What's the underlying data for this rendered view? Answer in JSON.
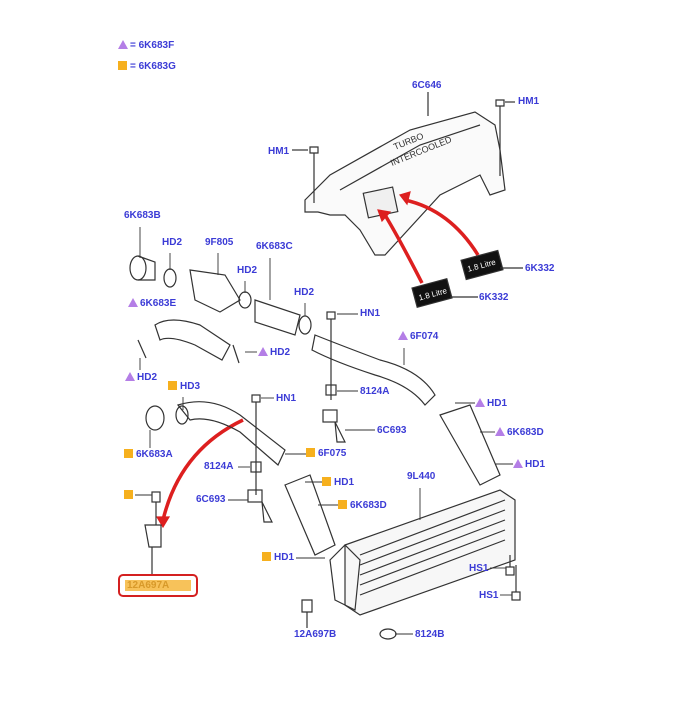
{
  "legend": [
    {
      "marker": "triangle",
      "text": "= 6K683F"
    },
    {
      "marker": "square",
      "text": "= 6K683G"
    }
  ],
  "colors": {
    "label": "#3b3bd6",
    "triangle": "#b47ee6",
    "square": "#f6b01e",
    "highlight": "#d42020",
    "arrow": "#dd1f1f"
  },
  "cover_text": {
    "line1": "TURBO",
    "line2": "INTERCOOLED"
  },
  "badges": [
    {
      "text": "1.8 Litre"
    },
    {
      "text": "1.8 Litre"
    }
  ],
  "labels": {
    "l6C646": "6C646",
    "hm1a": "HM1",
    "hm1b": "HM1",
    "l6K683B": "6K683B",
    "hd2a": "HD2",
    "l9F805": "9F805",
    "l6K683C": "6K683C",
    "hd2b": "HD2",
    "hd2c": "HD2",
    "l6K332a": "6K332",
    "l6K332b": "6K332",
    "l6K683E": "6K683E",
    "hn1a": "HN1",
    "l6F074": "6F074",
    "hd2d": "HD2",
    "hd2e": "HD2",
    "hd3": "HD3",
    "l8124Aa": "8124A",
    "hn1b": "HN1",
    "hd1a": "HD1",
    "l6C693a": "6C693",
    "l6K683Da": "6K683D",
    "l6K683A": "6K683A",
    "l6F075": "6F075",
    "l8124Ab": "8124A",
    "hd1b": "HD1",
    "l9L440": "9L440",
    "hd1c": "HD1",
    "l6C693b": "6C693",
    "l6K683Db": "6K683D",
    "hd1d": "HD1",
    "hs1a": "HS1",
    "hs1b": "HS1",
    "l12A697A": "12A697A",
    "l12A697B": "12A697B",
    "l8124B": "8124B"
  }
}
